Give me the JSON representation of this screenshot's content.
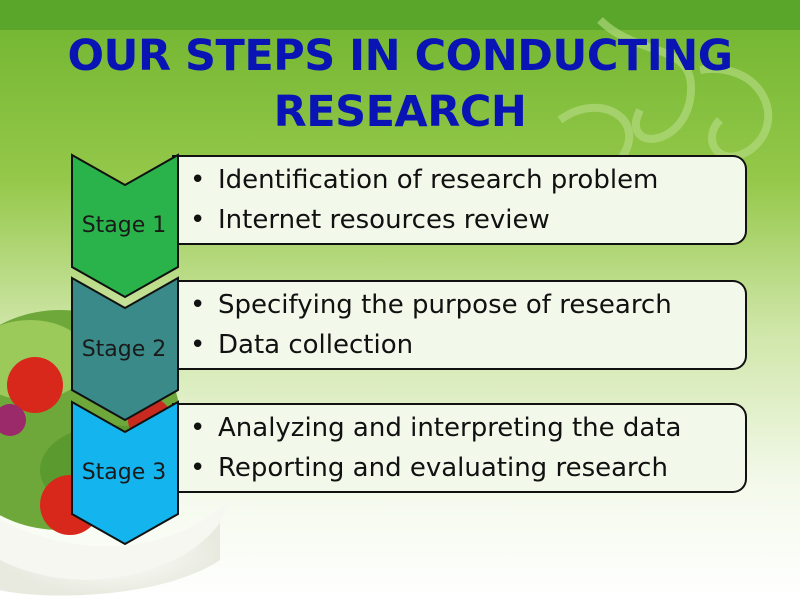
{
  "title": {
    "line1": "OUR STEPS IN CONDUCTING",
    "line2": "RESEARCH"
  },
  "stages": [
    {
      "label": "Stage 1",
      "color": "#29b34a",
      "items": [
        "Identification of research problem",
        "Internet resources review"
      ]
    },
    {
      "label": "Stage 2",
      "color": "#3a8a8a",
      "items": [
        "Specifying the purpose of research",
        "Data collection"
      ]
    },
    {
      "label": "Stage 3",
      "color": "#14b4ee",
      "items": [
        "Analyzing and interpreting the data",
        "Reporting and evaluating research"
      ]
    }
  ],
  "colors": {
    "title": "#0a14b4",
    "background_green": "#8cc63f",
    "box_fill": "#f2f8ea"
  }
}
